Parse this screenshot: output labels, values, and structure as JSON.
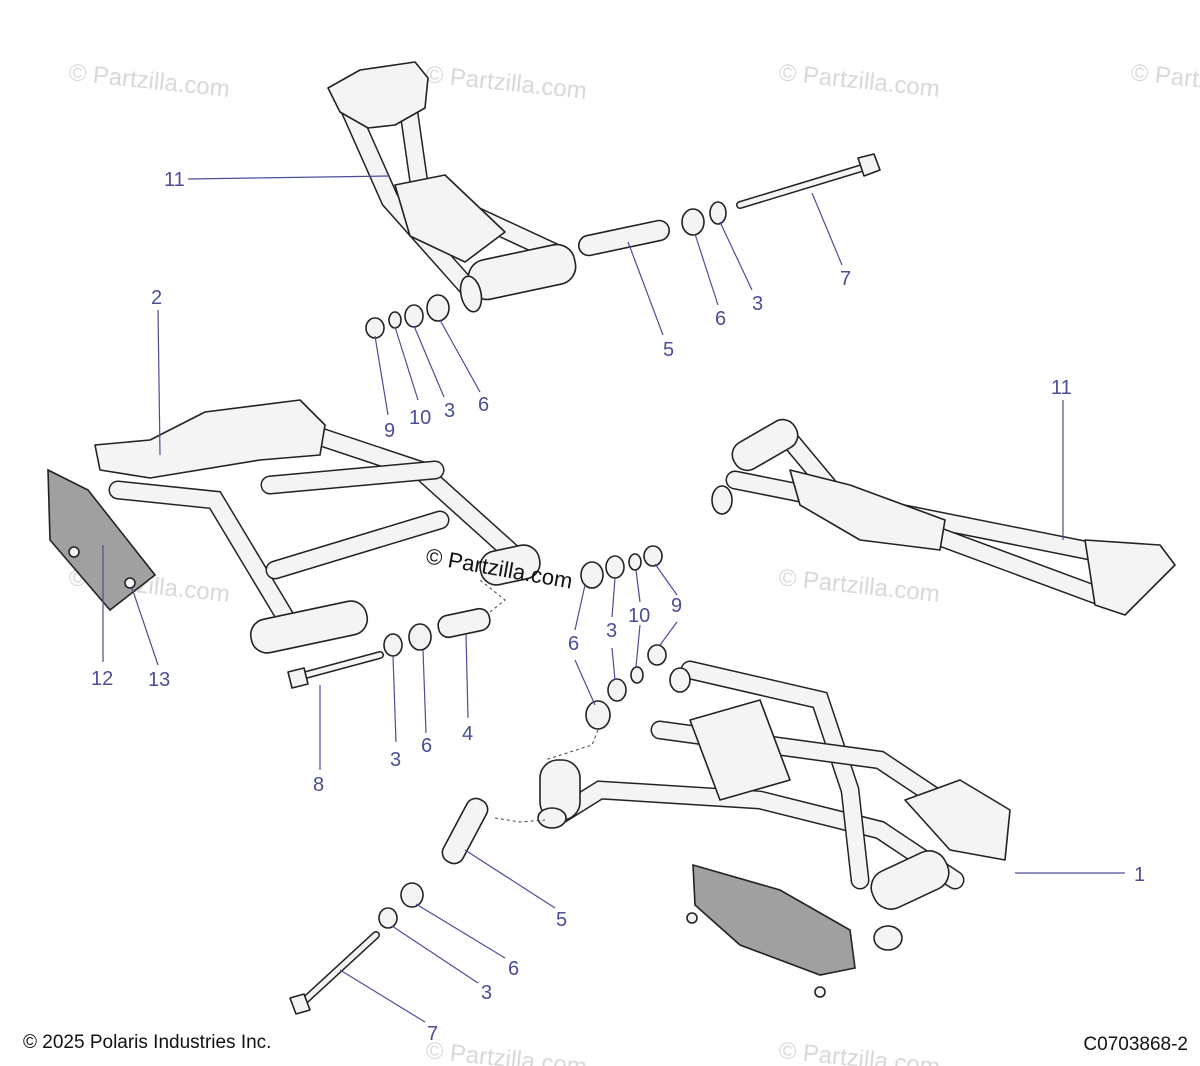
{
  "copyright": "© 2025 Polaris Industries Inc.",
  "diagram_code": "C0703868-2",
  "watermark": "© Partzilla.com",
  "callouts": [
    {
      "id": "c11a",
      "text": "11"
    },
    {
      "id": "c7a",
      "text": "7"
    },
    {
      "id": "c3a",
      "text": "3"
    },
    {
      "id": "c6a",
      "text": "6"
    },
    {
      "id": "c5a",
      "text": "5"
    },
    {
      "id": "c2",
      "text": "2"
    },
    {
      "id": "c9a",
      "text": "9"
    },
    {
      "id": "c10a",
      "text": "10"
    },
    {
      "id": "c3b",
      "text": "3"
    },
    {
      "id": "c6b",
      "text": "6"
    },
    {
      "id": "c11b",
      "text": "11"
    },
    {
      "id": "c12",
      "text": "12"
    },
    {
      "id": "c13",
      "text": "13"
    },
    {
      "id": "c8",
      "text": "8"
    },
    {
      "id": "c3c",
      "text": "3"
    },
    {
      "id": "c6c",
      "text": "6"
    },
    {
      "id": "c4",
      "text": "4"
    },
    {
      "id": "c6d",
      "text": "6"
    },
    {
      "id": "c3d",
      "text": "3"
    },
    {
      "id": "c10b",
      "text": "10"
    },
    {
      "id": "c9b",
      "text": "9"
    },
    {
      "id": "c1",
      "text": "1"
    },
    {
      "id": "c5b",
      "text": "5"
    },
    {
      "id": "c6e",
      "text": "6"
    },
    {
      "id": "c3e",
      "text": "3"
    },
    {
      "id": "c7b",
      "text": "7"
    }
  ]
}
